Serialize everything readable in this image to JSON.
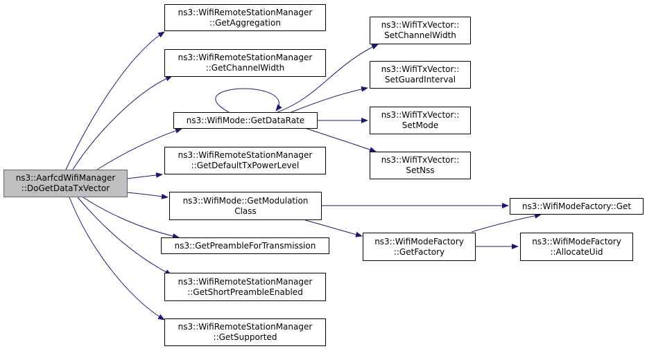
{
  "colors": {
    "edge": "#191970",
    "root_fill": "#bfbfbf",
    "root_border": "#666666",
    "node_border": "#000000"
  },
  "nodes": {
    "root": [
      "ns3::AarfcdWifiManager",
      "::DoGetDataTxVector"
    ],
    "get_aggregation": [
      "ns3::WifiRemoteStationManager",
      "::GetAggregation"
    ],
    "get_channel_width": [
      "ns3::WifiRemoteStationManager",
      "::GetChannelWidth"
    ],
    "get_data_rate": [
      "ns3::WifiMode::GetDataRate"
    ],
    "get_default_tx_power_level": [
      "ns3::WifiRemoteStationManager",
      "::GetDefaultTxPowerLevel"
    ],
    "get_modulation_class": [
      "ns3::WifiMode::GetModulation",
      "Class"
    ],
    "get_preamble_for_transmission": [
      "ns3::GetPreambleForTransmission"
    ],
    "get_short_preamble_enabled": [
      "ns3::WifiRemoteStationManager",
      "::GetShortPreambleEnabled"
    ],
    "get_supported": [
      "ns3::WifiRemoteStationManager",
      "::GetSupported"
    ],
    "set_channel_width": [
      "ns3::WifiTxVector::",
      "SetChannelWidth"
    ],
    "set_guard_interval": [
      "ns3::WifiTxVector::",
      "SetGuardInterval"
    ],
    "set_mode": [
      "ns3::WifiTxVector::",
      "SetMode"
    ],
    "set_nss": [
      "ns3::WifiTxVector::",
      "SetNss"
    ],
    "factory_get": [
      "ns3::WifiModeFactory::Get"
    ],
    "factory_get_factory": [
      "ns3::WifiModeFactory",
      "::GetFactory"
    ],
    "factory_allocate_uid": [
      "ns3::WifiModeFactory",
      "::AllocateUid"
    ]
  }
}
